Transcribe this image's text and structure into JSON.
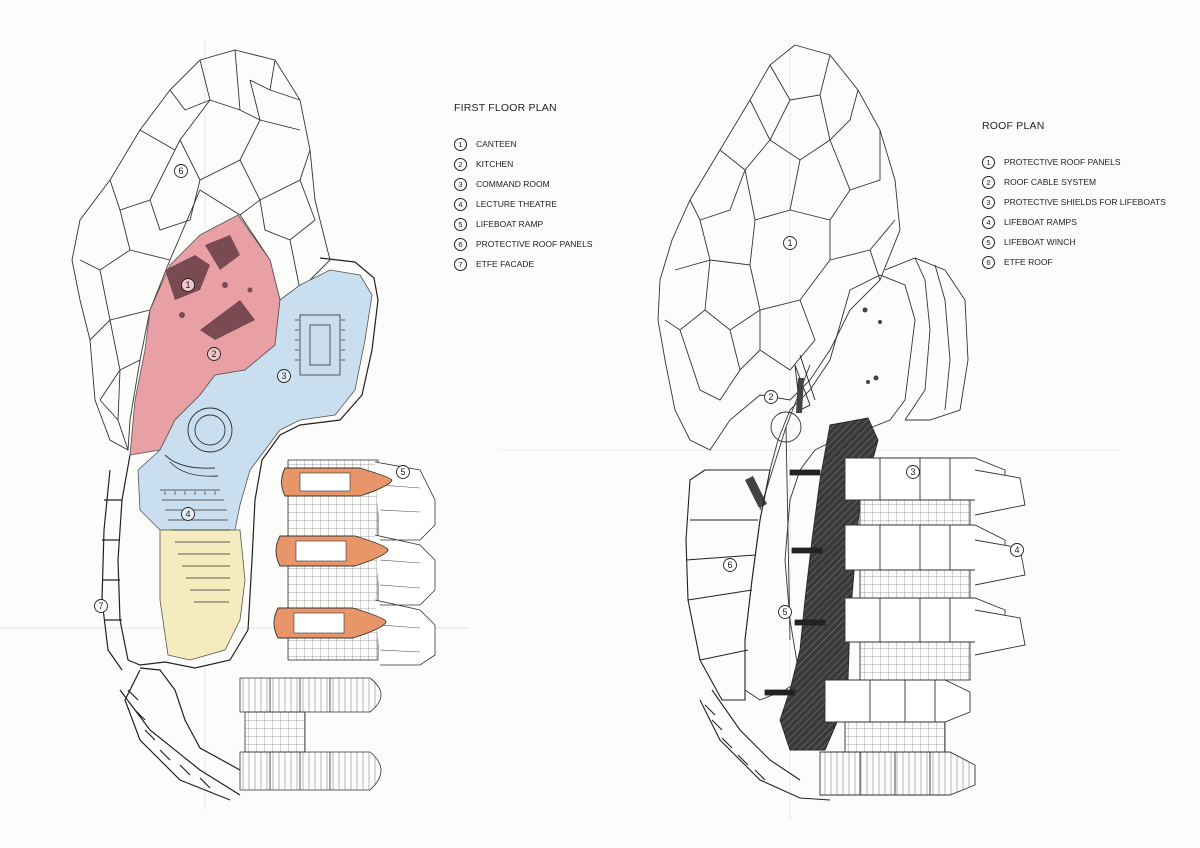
{
  "first_floor": {
    "title": "FIRST FLOOR PLAN",
    "legend": [
      {
        "num": "1",
        "label": "CANTEEN"
      },
      {
        "num": "2",
        "label": "KITCHEN"
      },
      {
        "num": "3",
        "label": "COMMAND ROOM"
      },
      {
        "num": "4",
        "label": "LECTURE THEATRE"
      },
      {
        "num": "5",
        "label": "LIFEBOAT RAMP"
      },
      {
        "num": "6",
        "label": "PROTECTIVE ROOF PANELS"
      },
      {
        "num": "7",
        "label": "ETFE FACADE"
      }
    ],
    "zone_colors": {
      "canteen": "#e8a0a4",
      "command_room": "#c9dff0",
      "lecture_theatre": "#f4ecbe",
      "lifeboat": "#e8956a"
    }
  },
  "roof": {
    "title": "ROOF PLAN",
    "legend": [
      {
        "num": "1",
        "label": "PROTECTIVE ROOF PANELS"
      },
      {
        "num": "2",
        "label": "ROOF CABLE SYSTEM"
      },
      {
        "num": "3",
        "label": "PROTECTIVE SHIELDS FOR LIFEBOATS"
      },
      {
        "num": "4",
        "label": "LIFEBOAT RAMPS"
      },
      {
        "num": "5",
        "label": "LIFEBOAT WINCH"
      },
      {
        "num": "6",
        "label": "ETFE ROOF"
      }
    ],
    "ramp_color": "#3a3a3a"
  },
  "callouts": {
    "ff_1": "1",
    "ff_2": "2",
    "ff_3": "3",
    "ff_4": "4",
    "ff_5": "5",
    "ff_6": "6",
    "ff_7": "7",
    "rp_1": "1",
    "rp_2": "2",
    "rp_3": "3",
    "rp_4": "4",
    "rp_5": "5",
    "rp_6": "6"
  }
}
